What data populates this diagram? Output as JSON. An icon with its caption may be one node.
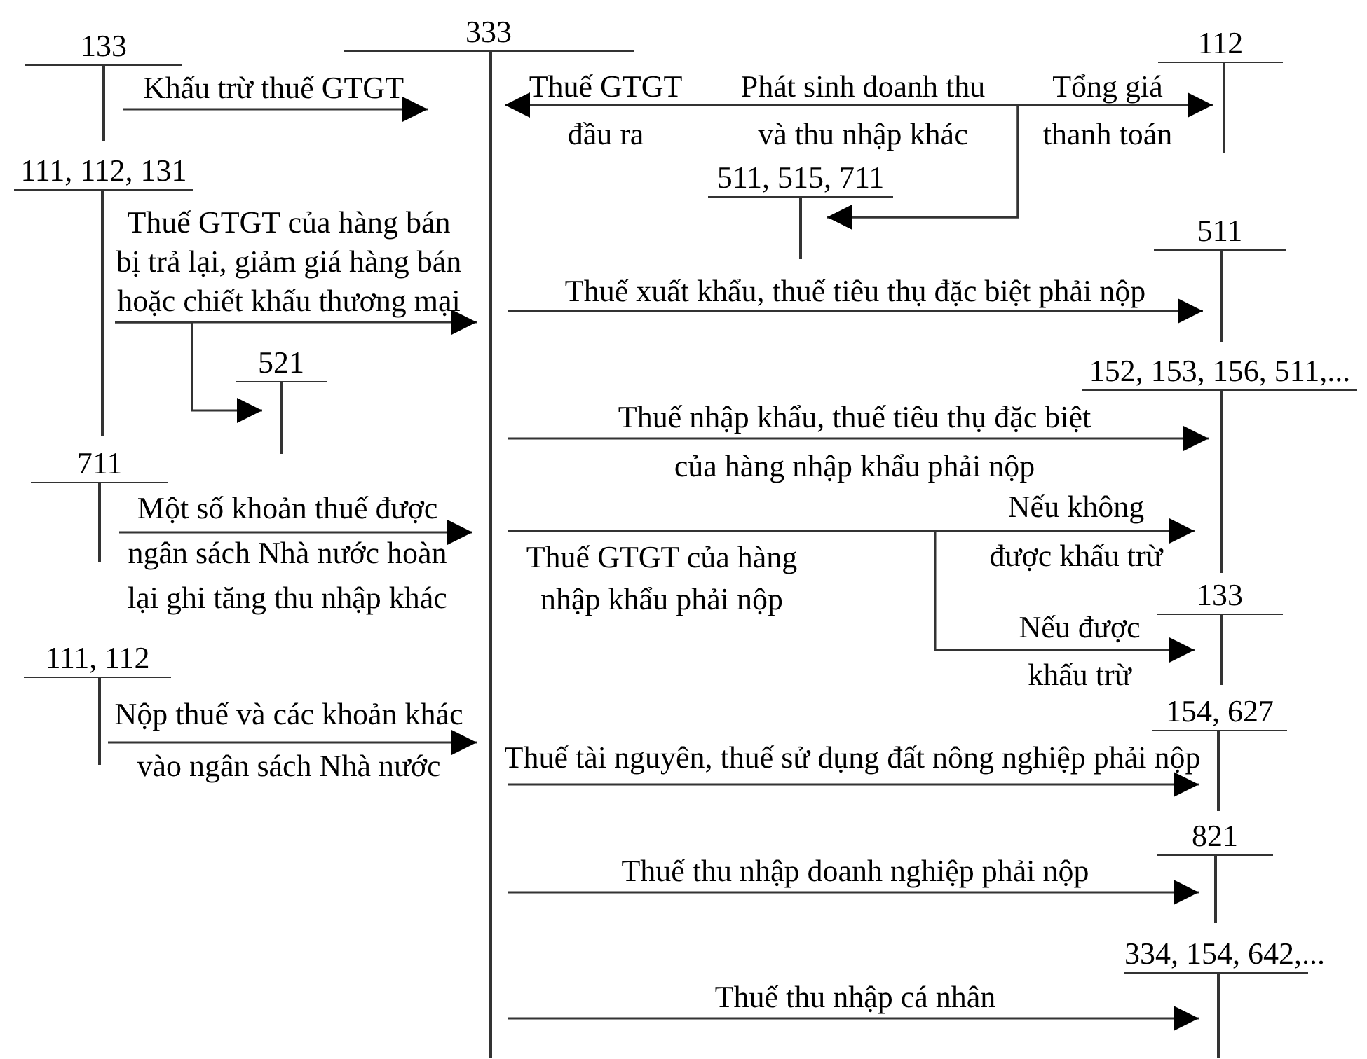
{
  "diagram": {
    "nodes": [
      {
        "text": [
          "133"
        ]
      },
      {
        "text": [
          "333"
        ]
      },
      {
        "text": [
          "112"
        ]
      },
      {
        "text": [
          "111, 112, 131"
        ]
      },
      {
        "text": [
          "511, 515, 711"
        ]
      },
      {
        "text": [
          "511"
        ]
      },
      {
        "text": [
          "521"
        ]
      },
      {
        "text": [
          "152, 153, 156, 511,..."
        ]
      },
      {
        "text": [
          "711"
        ]
      },
      {
        "text": [
          "133"
        ]
      },
      {
        "text": [
          "111, 112"
        ]
      },
      {
        "text": [
          "154, 627"
        ]
      },
      {
        "text": [
          "821"
        ]
      },
      {
        "text": [
          "334, 154, 642,..."
        ]
      }
    ],
    "edges": [
      {
        "from": 0,
        "to": 1,
        "arrow": "to",
        "label": "Khấu trừ thuế GTGT"
      },
      {
        "from": 4,
        "to": 1,
        "arrow": "both",
        "label": "Thuế GTGT đầu ra"
      },
      {
        "from": 4,
        "to": 2,
        "arrow": "both",
        "label": "Tổng giá thanh toán"
      },
      {
        "from": 3,
        "to": 1,
        "arrow": "to",
        "label": "Thuế GTGT của hàng bán bị trả lại, giảm giá hàng bán hoặc chiết khấu thương mại"
      },
      {
        "from": 3,
        "to": 6,
        "arrow": "to"
      },
      {
        "from": 1,
        "to": 5,
        "arrow": "to",
        "label": "Thuế xuất khẩu, thuế tiêu thụ đặc biệt phải nộp"
      },
      {
        "from": 1,
        "to": 7,
        "arrow": "to",
        "label": "Thuế nhập khẩu, thuế tiêu thụ đặc biệt của hàng nhập khẩu phải nộp"
      },
      {
        "from": 8,
        "to": 1,
        "arrow": "to",
        "label": "Một số khoản thuế được ngân sách Nhà nước hoàn lại ghi tăng thu nhập khác"
      },
      {
        "from": 1,
        "to": 7,
        "arrow": "to",
        "label": "Nếu không được khấu trừ"
      },
      {
        "from": 1,
        "to": 9,
        "arrow": "to",
        "label": "Nếu được khấu trừ"
      },
      {
        "from": 10,
        "to": 1,
        "arrow": "to",
        "label": "Nộp thuế và các khoản khác vào ngân sách Nhà nước"
      },
      {
        "from": 1,
        "to": 11,
        "arrow": "to",
        "label": "Thuế tài nguyên, thuế sử dụng đất nông nghiệp phải nộp"
      },
      {
        "from": 1,
        "to": 12,
        "arrow": "to",
        "label": "Thuế thu nhập doanh nghiệp phải nộp"
      },
      {
        "from": 1,
        "to": 13,
        "arrow": "to",
        "label": "Thuế thu nhập cá nhân"
      }
    ],
    "labels": [
      "Phát sinh doanh thu và thu nhập khác",
      "Thuế GTGT của hàng nhập khẩu phải nộp"
    ]
  }
}
